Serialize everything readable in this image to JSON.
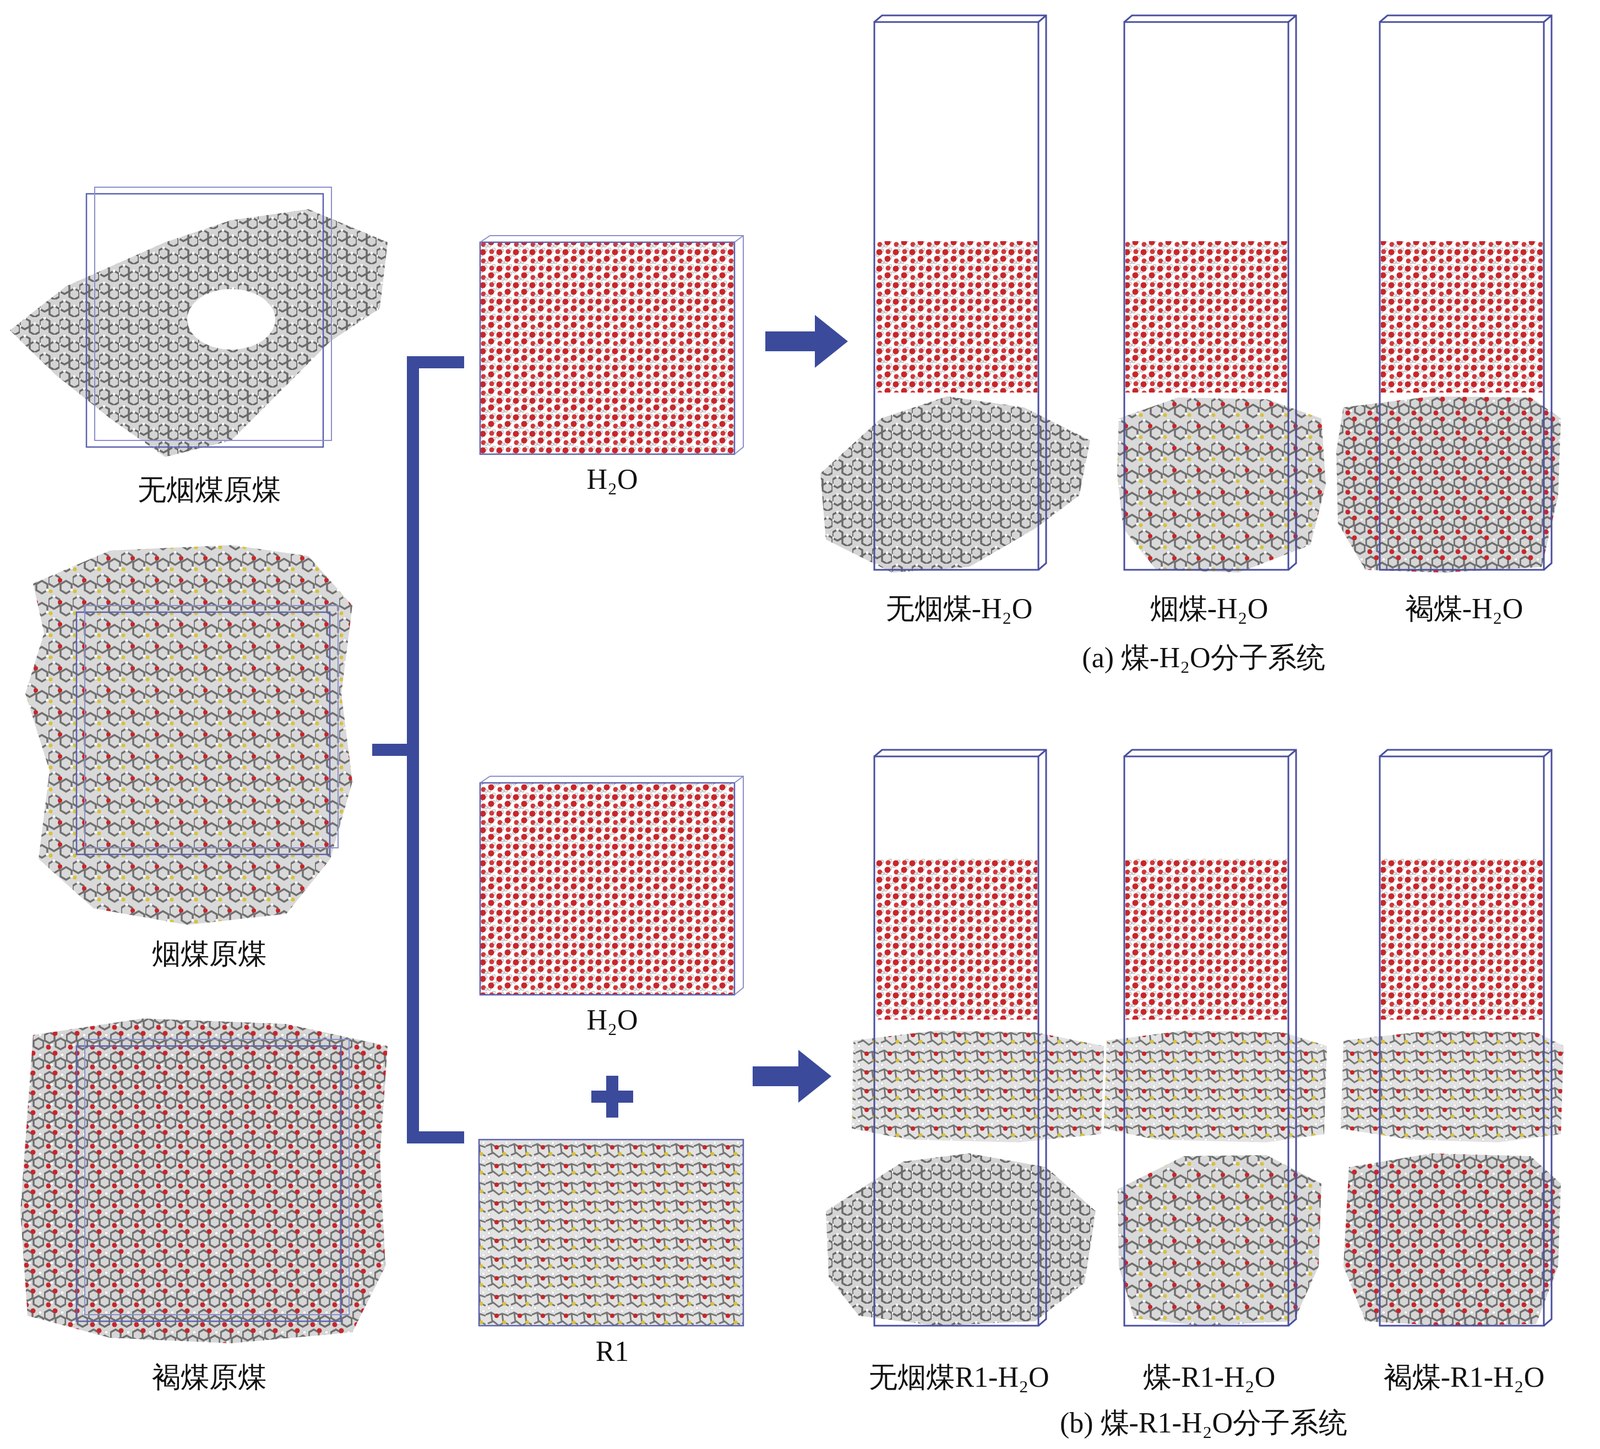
{
  "diagram": {
    "labels": [
      "无烟煤原煤",
      "烟煤原煤",
      "褐煤原煤",
      "H₂O",
      "H₂O",
      "R1",
      "无烟煤-H₂O",
      "烟煤-H₂O",
      "褐煤-H₂O",
      "(a) 煤-H₂O分子系统",
      "无烟煤R1-H₂O",
      "煤-R1-H₂O",
      "褐煤-R1-H₂O",
      "(b) 煤-R1-H₂O分子系统"
    ]
  }
}
